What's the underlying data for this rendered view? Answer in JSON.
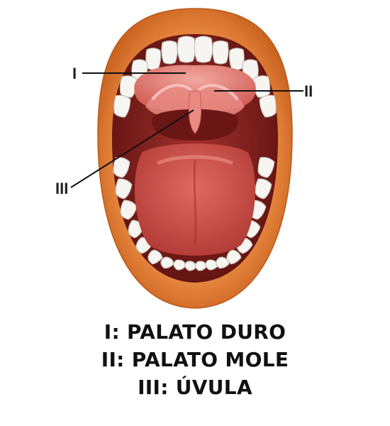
{
  "diagram": {
    "labels": {
      "hard_palate_marker": "I",
      "soft_palate_marker": "II",
      "uvula_marker": "III"
    },
    "colors": {
      "lips": "#e9893f",
      "lips_dark": "#c9601f",
      "mouth_inner": "#7a1d1b",
      "tongue": "#cf4a45",
      "palate": "#d8605a",
      "teeth": "#f4f4f0",
      "leader_line": "#111111"
    }
  },
  "legend": {
    "line1": "I: PALATO DURO",
    "line2": "II: PALATO MOLE",
    "line3": "III: ÚVULA"
  }
}
